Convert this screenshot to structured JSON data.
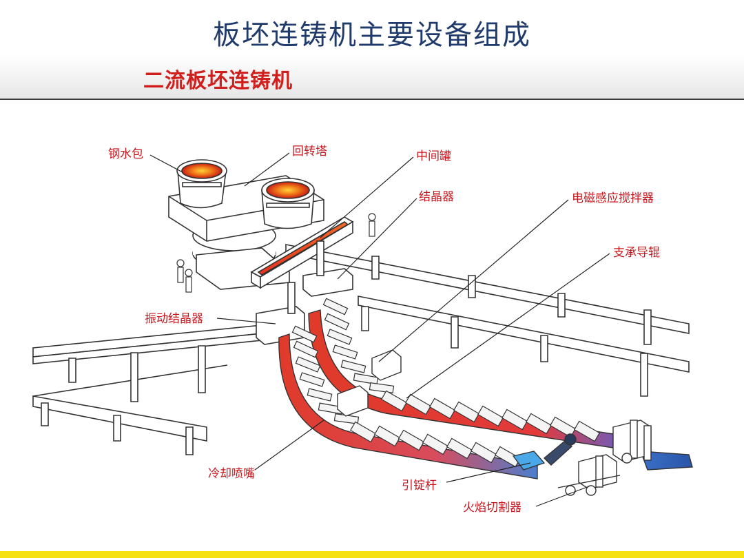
{
  "slide": {
    "title": "板坯连铸机主要设备组成"
  },
  "figure": {
    "title": "二流板坯连铸机",
    "labels": {
      "ladle": "钢水包",
      "turret": "回转塔",
      "tundish": "中间罐",
      "mold": "结晶器",
      "ems": "电磁感应搅拌器",
      "support_rolls": "支承导辊",
      "oscillating_mold": "振动结晶器",
      "spray_nozzle": "冷却喷嘴",
      "dummy_bar": "引锭杆",
      "torch_cutter": "火焰切割器"
    }
  },
  "colors": {
    "title": "#1f3a6b",
    "label": "#c8161d",
    "strand_hot": "#e8332a",
    "strand_cool": "#4a7fd0",
    "bottom_band": "#f6e214"
  }
}
